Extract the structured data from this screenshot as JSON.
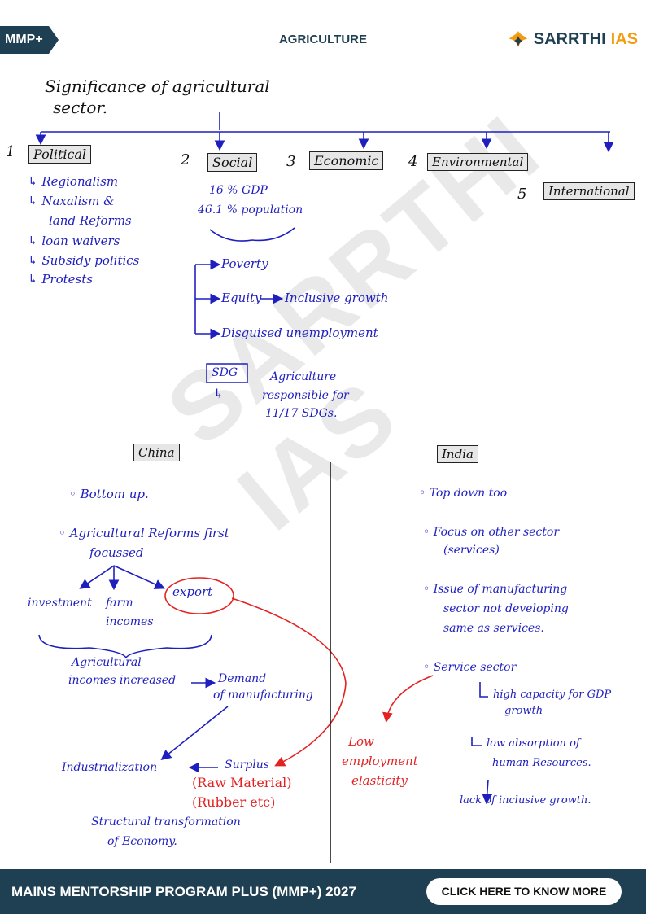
{
  "header": {
    "badge": "MMP+",
    "title": "AGRICULTURE",
    "brand_name": "SARRTHI",
    "brand_suffix": "IAS"
  },
  "watermark": "SARRTHI IAS",
  "notes": {
    "heading_line1": "Significance of agricultural",
    "heading_line2": "sector.",
    "branches": [
      {
        "num": "1",
        "label": "Political"
      },
      {
        "num": "2",
        "label": "Social"
      },
      {
        "num": "3",
        "label": "Economic"
      },
      {
        "num": "4",
        "label": "Environmental"
      },
      {
        "num": "5",
        "label": "International"
      }
    ],
    "political_points": [
      "Regionalism",
      "Naxalism &",
      "land Reforms",
      "loan waivers",
      "Subsidy politics",
      "Protests"
    ],
    "social_stats": [
      "16 % GDP",
      "46.1 % population"
    ],
    "social_points": [
      "Poverty",
      "Equity",
      "Inclusive growth",
      "Disguised unemployment"
    ],
    "sdg_label": "SDG",
    "sdg_text": [
      "Agriculture",
      "responsible for",
      "11/17 SDGs."
    ]
  },
  "comparison": {
    "china_title": "China",
    "india_title": "India",
    "china_points": [
      "Bottom up.",
      "Agricultural Reforms first",
      "focussed"
    ],
    "china_tree": [
      "investment",
      "farm",
      "incomes",
      "export"
    ],
    "china_flow": [
      "Agricultural",
      "incomes increased",
      "Demand",
      "of manufacturing",
      "Industrialization",
      "Surplus",
      "(Raw Material)",
      "(Rubber etc)",
      "Structural transformation",
      "of Economy."
    ],
    "india_points": [
      "Top down too",
      "Focus on other sector",
      "(services)",
      "Issue of manufacturing",
      "sector not developing",
      "same as services.",
      "Service sector",
      "high capacity for GDP",
      "growth",
      "low absorption of",
      "human Resources.",
      "lack of inclusive growth."
    ],
    "india_red": [
      "Low",
      "employment",
      "elasticity"
    ]
  },
  "footer": {
    "program": "MAINS MENTORSHIP PROGRAM PLUS (MMP+) 2027",
    "cta": "CLICK HERE TO KNOW MORE"
  },
  "colors": {
    "ink": "#1f1fbf",
    "red": "#e32222",
    "brand_dark": "#1f3f52",
    "brand_accent": "#f39c12"
  }
}
